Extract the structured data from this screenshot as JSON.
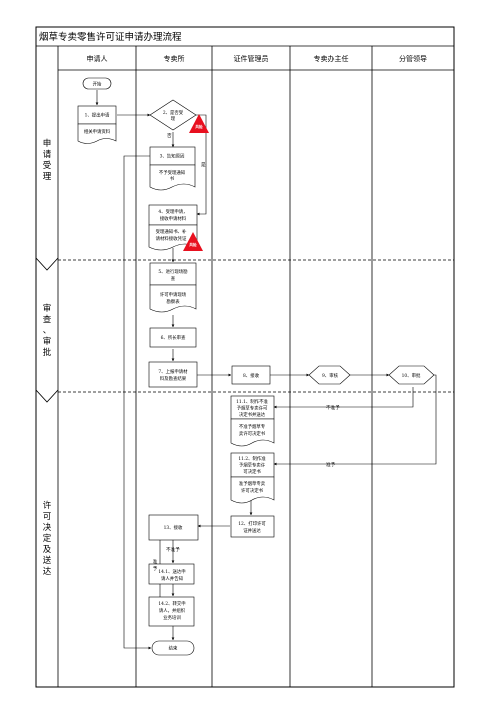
{
  "title": "烟草专卖零售许可证申请办理流程",
  "columns": [
    "申请人",
    "专卖所",
    "证件管理员",
    "专卖办主任",
    "分管领导"
  ],
  "phases": [
    [
      "申",
      "请",
      "受",
      "理"
    ],
    [
      "审",
      "查",
      "、",
      "审",
      "批"
    ],
    [
      "许",
      "可",
      "决",
      "定",
      "及",
      "送",
      "达"
    ]
  ],
  "nodes": {
    "start": "开始",
    "n1": "1、提出申请",
    "d1": "相关申请资料",
    "n2": [
      "2、是否受",
      "理"
    ],
    "n3": "3、告知原因",
    "d3": [
      "不予受理通知",
      "书"
    ],
    "n4": [
      "4、受理申请，",
      "接收申请材料"
    ],
    "d4": [
      "受理通知书、补",
      "请材料接收凭证"
    ],
    "n5": [
      "5、进行现场勘",
      "查"
    ],
    "d5": [
      "许可申请现场",
      "勘察表"
    ],
    "n6": "6、所长审查",
    "n7": [
      "7、上报申请材",
      "料及勘查结果"
    ],
    "n8": "8、接收",
    "n9": "9、审核",
    "n10": "10、审批",
    "n11a": [
      "11.1、制作不准",
      "予烟草专卖许可",
      "决定书并送达"
    ],
    "d11a": [
      "不准予烟草专",
      "卖许可决定书"
    ],
    "n11b": [
      "11.2、制作准",
      "予烟草专卖许",
      "可决定书"
    ],
    "d11b": [
      "准予烟草专卖",
      "许可决定书"
    ],
    "n12": [
      "12、打印许可",
      "证并送达"
    ],
    "n13": "13、接收",
    "n14a": [
      "14.1、送达申",
      "请人并告知"
    ],
    "n14b": [
      "14.2、转交申",
      "请人，并组织",
      "业务培训"
    ],
    "end": "结束"
  },
  "labels": {
    "yes": "是",
    "no": "否",
    "not_approved": "不准予",
    "approved": "准予",
    "not_granted": "不准予",
    "granted": [
      "准",
      "予"
    ]
  },
  "risk_flag": "风险",
  "colors": {
    "risk": "#e8101f",
    "line": "#000000",
    "fill": "#ffffff"
  }
}
